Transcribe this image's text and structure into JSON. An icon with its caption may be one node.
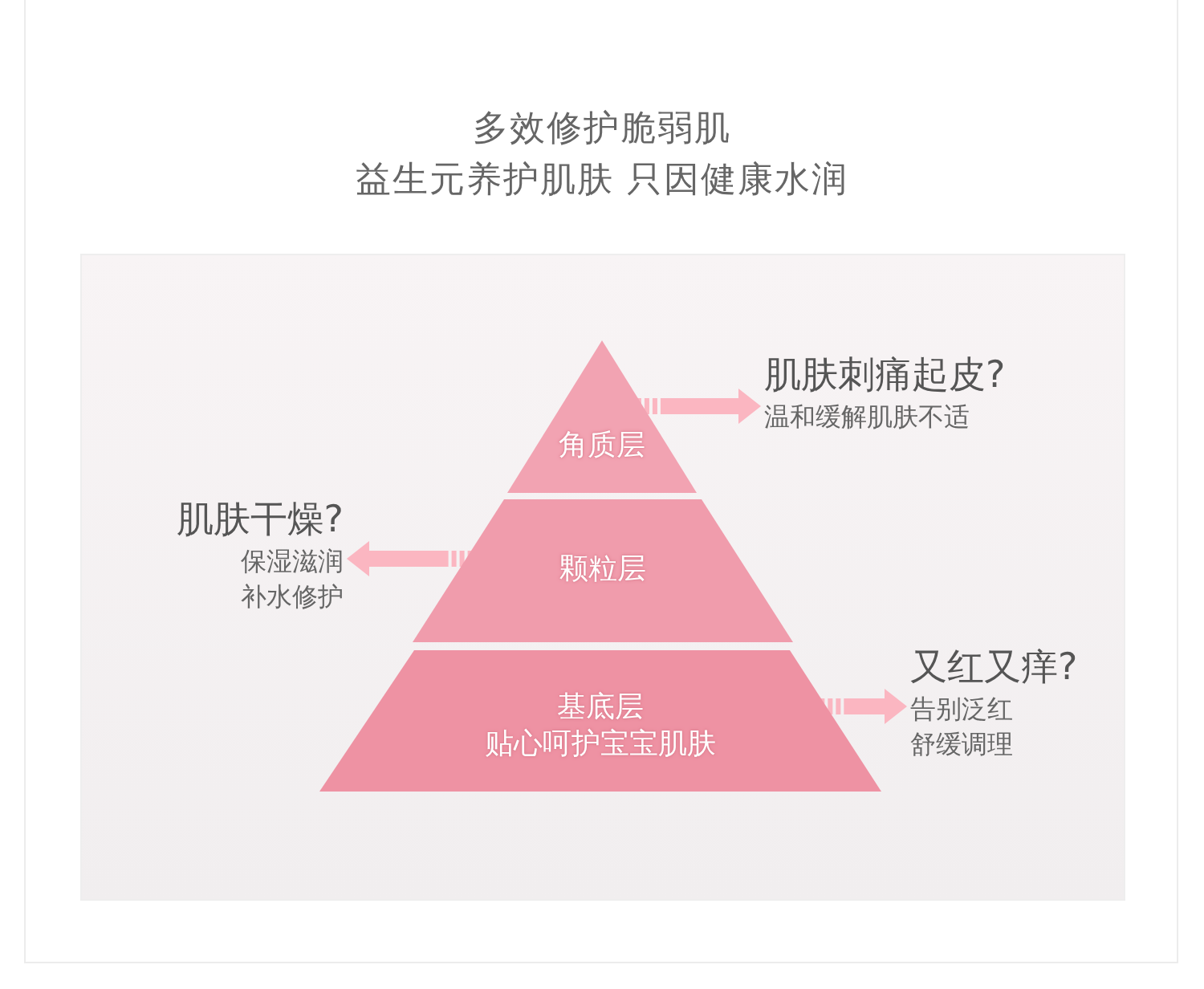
{
  "diagram": {
    "title": "多效修护脆弱肌",
    "labels": [
      "益生元养护肌肤 只因健康水润"
    ],
    "nodes": [
      {
        "text": [
          "角质层"
        ]
      },
      {
        "text": [
          "颗粒层"
        ]
      },
      {
        "text": [
          "基底层",
          "贴心呵护宝宝肌肤"
        ]
      },
      {
        "text": [
          "肌肤刺痛起皮?",
          "温和缓解肌肤不适"
        ]
      },
      {
        "text": [
          "肌肤干燥?",
          "保湿滋润",
          "补水修护"
        ]
      },
      {
        "text": [
          "又红又痒?",
          "告别泛红",
          "舒缓调理"
        ]
      }
    ],
    "edges": [
      {
        "from": 0,
        "to": 3,
        "arrow": "to"
      },
      {
        "from": 1,
        "to": 4,
        "arrow": "to"
      },
      {
        "from": 2,
        "to": 5,
        "arrow": "to"
      }
    ]
  }
}
